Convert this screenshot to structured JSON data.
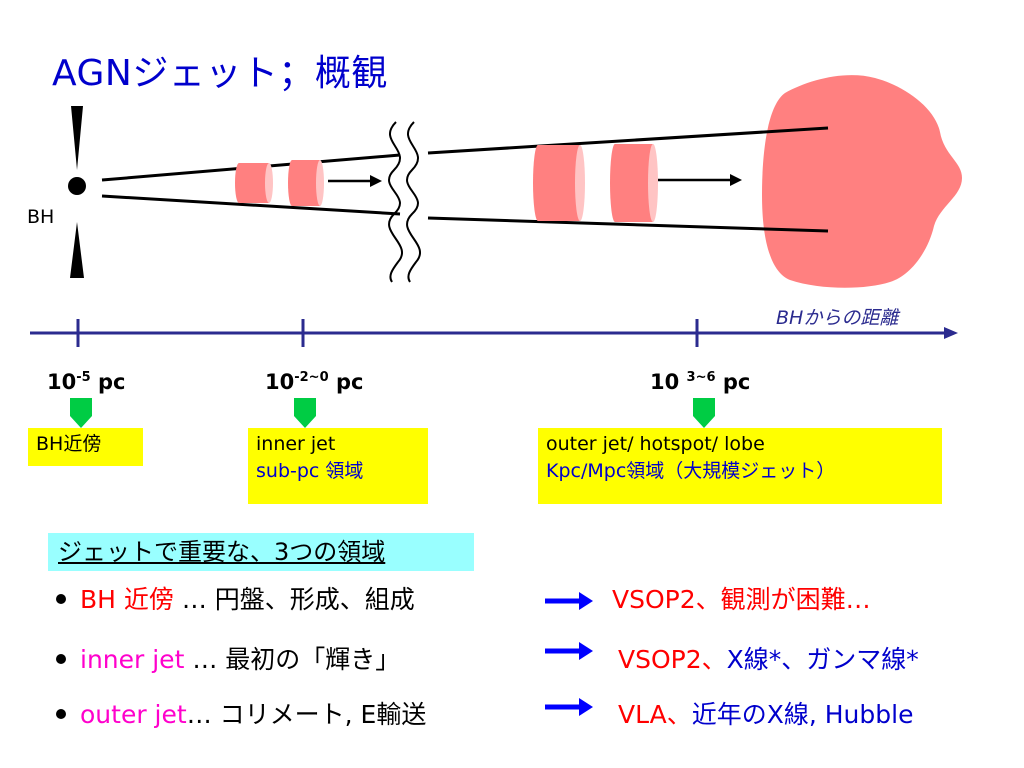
{
  "title": "AGNジェット；概観",
  "bh_label": "BH",
  "axis_label": "BHからの距離",
  "ticks": [
    {
      "base": "10",
      "exp": "-5",
      "unit": "pc"
    },
    {
      "base": "10",
      "exp": "-2~0",
      "unit": "pc"
    },
    {
      "base": "10 ",
      "exp": "3~6",
      "unit": "pc"
    }
  ],
  "boxes": {
    "bh_near": "BH近傍",
    "inner_line1": "inner jet",
    "inner_line2": "sub-pc 領域",
    "outer_line1": "outer jet/ hotspot/ lobe",
    "outer_line2": "Kpc/Mpc領域（大規模ジェット）"
  },
  "section_heading": "ジェットで重要な、3つの領域",
  "rows": [
    {
      "name": "BH 近傍",
      "desc": " … 円盤、形成、組成",
      "result_red": "VSOP2、観測が困難…",
      "result_blue": ""
    },
    {
      "name": "inner jet",
      "desc": " … 最初の「輝き」",
      "result_red": "VSOP2、",
      "result_blue": "X線*、ガンマ線*"
    },
    {
      "name": "outer jet",
      "desc": "…  コリメート, E輸送",
      "result_red": "VLA、",
      "result_blue": "近年のX線, Hubble"
    }
  ],
  "colors": {
    "title": "#0000cc",
    "axis": "#2b2b8f",
    "blob": "#ff8080",
    "box": "#ffff00",
    "heading_bg": "#99ffff",
    "marker": "#00cc44",
    "arrow": "#0000ff",
    "pink": "#ff00cc",
    "red": "#ff0000"
  }
}
